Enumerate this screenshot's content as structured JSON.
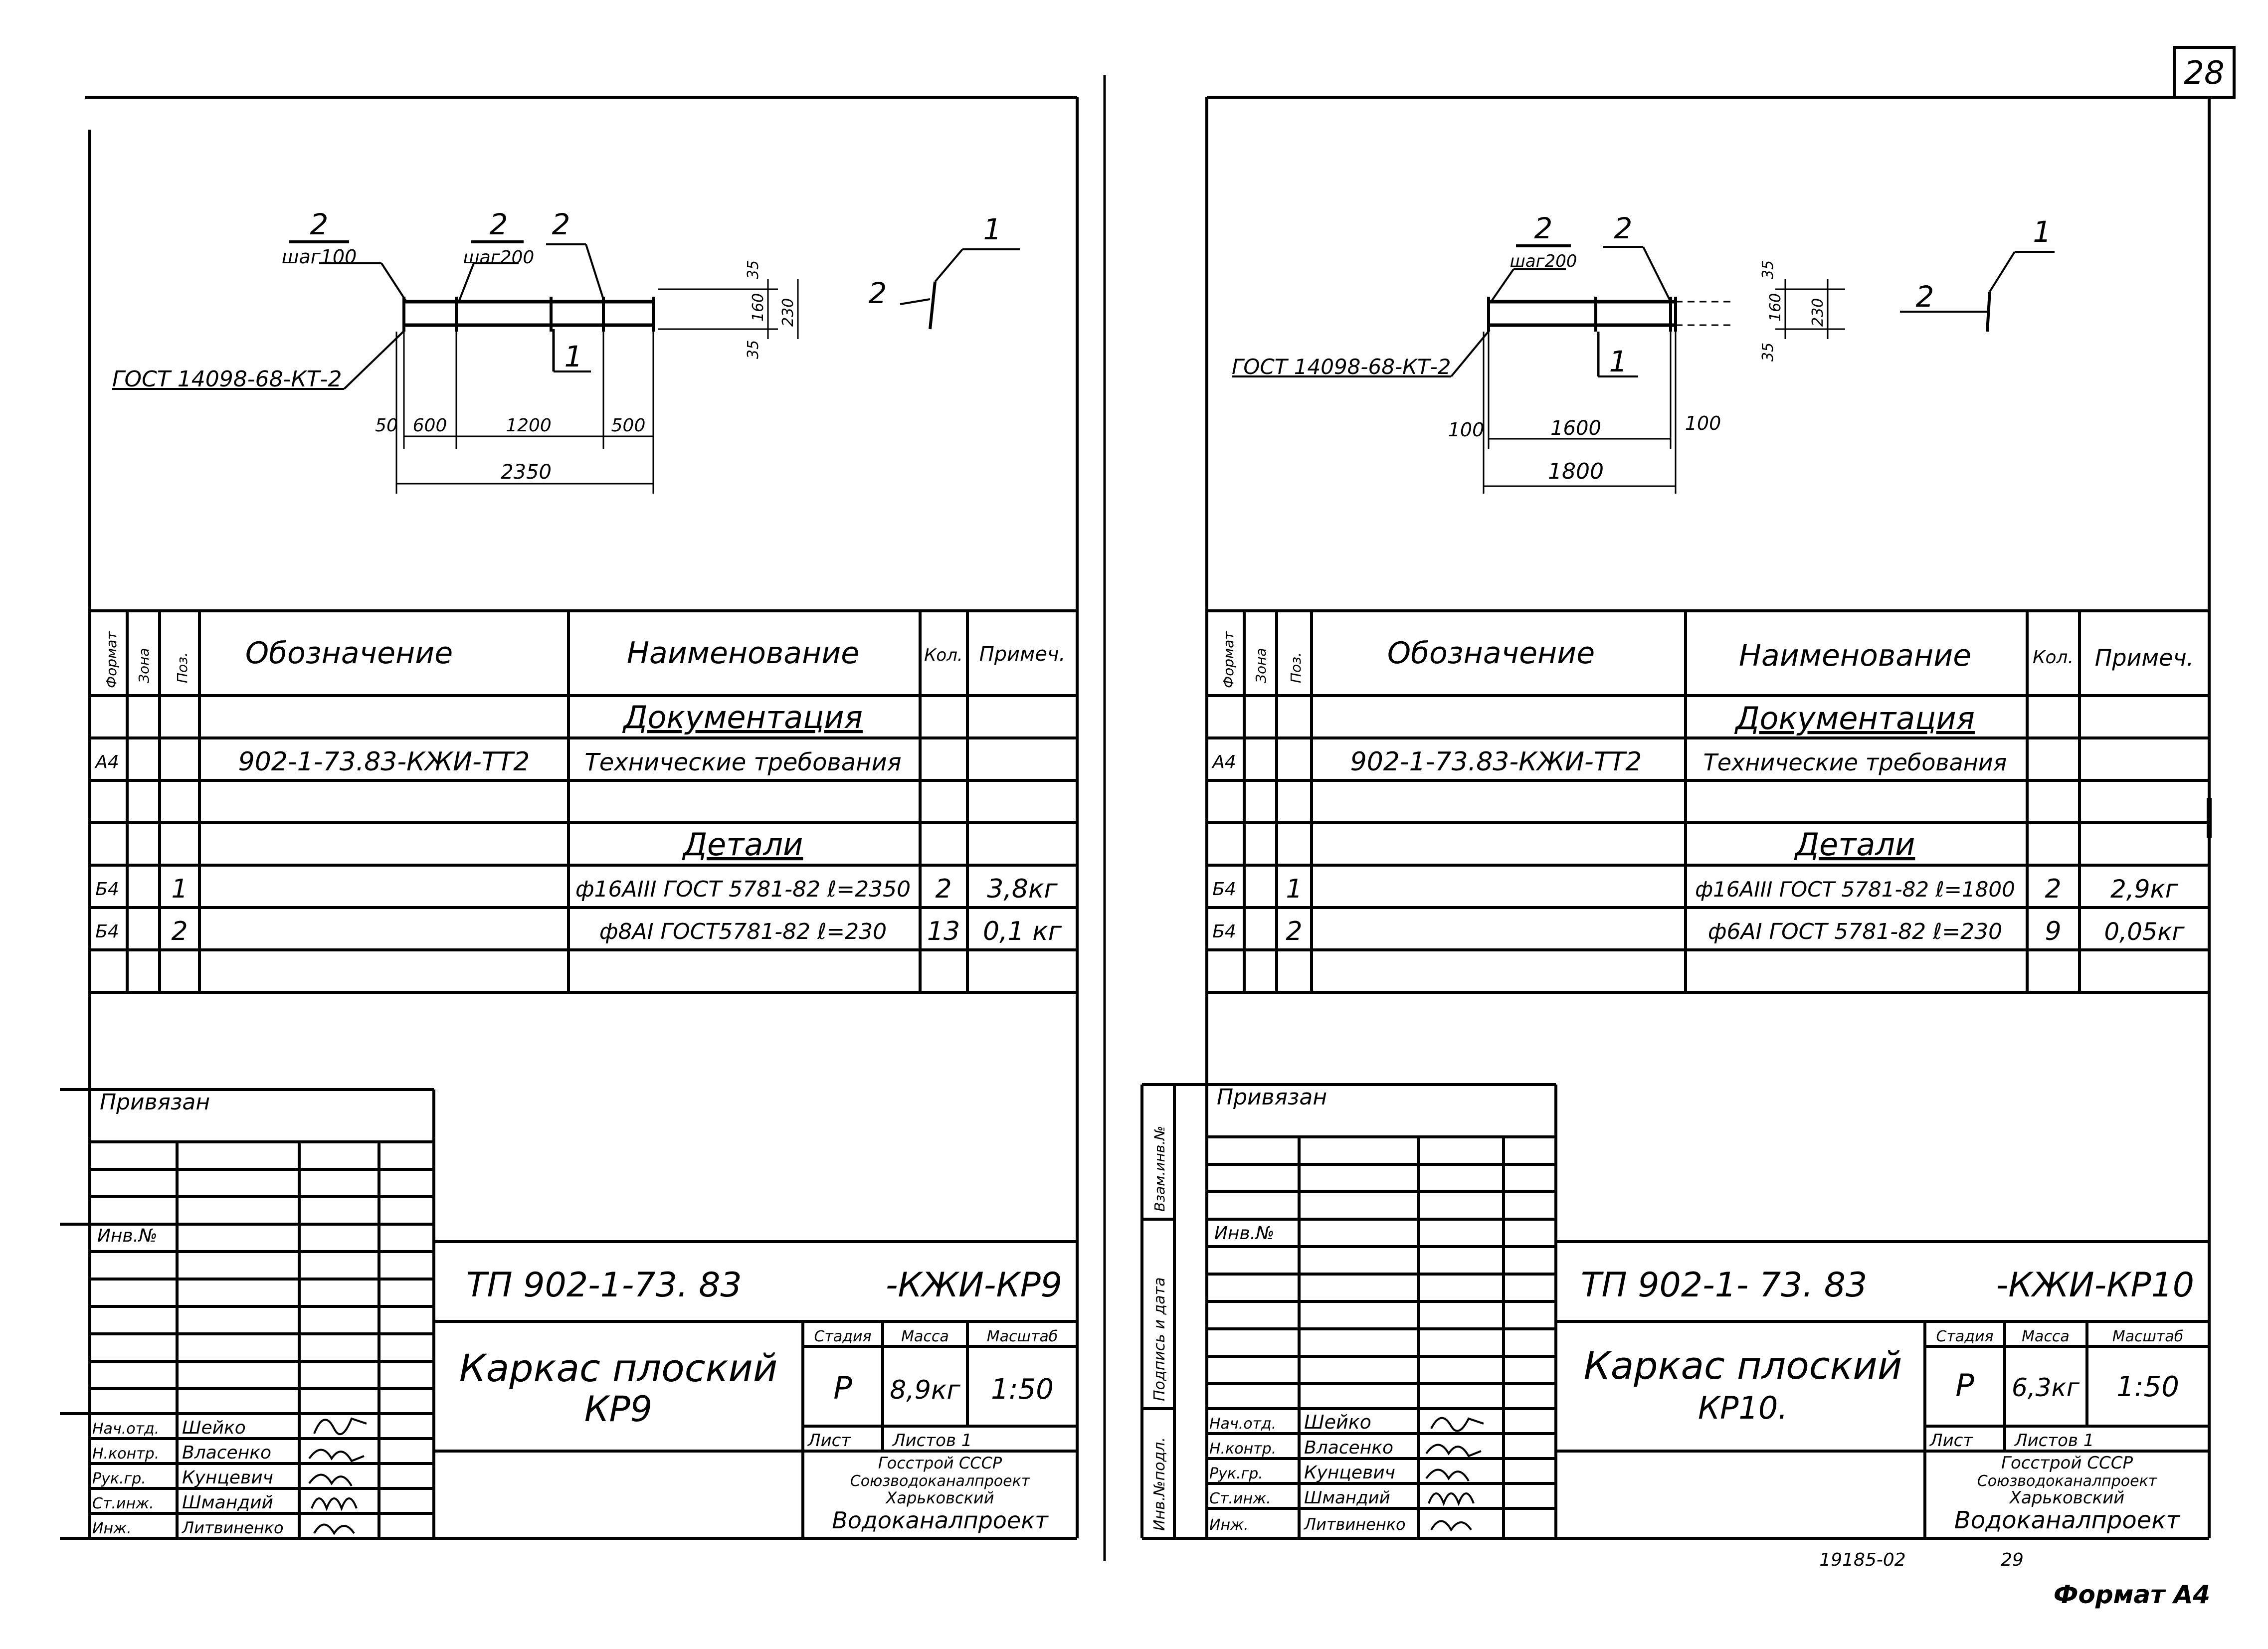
{
  "page_number": "28",
  "footer": {
    "code": "19185-02",
    "sheet": "29",
    "format": "Формат А4"
  },
  "sheets": [
    {
      "drawing": {
        "labels": [
          {
            "num": "2",
            "sub": "шаг100"
          },
          {
            "num": "2",
            "sub": "шаг200"
          },
          {
            "num": "2",
            "sub": ""
          }
        ],
        "gost": "ГОСТ 14098-68-КТ-2",
        "section_mark": "1",
        "side_dims": [
          "35",
          "160",
          "35",
          "230"
        ],
        "dims_top": [
          "50",
          "600",
          "1200",
          "500"
        ],
        "dim_total": "2350",
        "detail_num_left": "2",
        "detail_num_top": "1"
      },
      "spec": {
        "headers": {
          "format": "Формат",
          "zone": "Зона",
          "pos": "Поз.",
          "designation": "Обозначение",
          "name": "Наименование",
          "qty": "Кол.",
          "note": "Примеч."
        },
        "section_docs": "Документация",
        "doc_row": {
          "format": "А4",
          "designation": "902-1-73.83-КЖИ-ТТ2",
          "name": "Технические требования"
        },
        "section_details": "Детали",
        "rows": [
          {
            "format": "Б4",
            "pos": "1",
            "name": "ф16АIII ГОСТ 5781-82 ℓ=2350",
            "qty": "2",
            "note": "3,8кг"
          },
          {
            "format": "Б4",
            "pos": "2",
            "name": "ф8АI ГОСТ5781-82 ℓ=230",
            "qty": "13",
            "note": "0,1 кг"
          }
        ]
      },
      "stamp": {
        "privyazan": "Привязан",
        "inv": "Инв.№",
        "doc_code": "ТП 902-1-73. 83",
        "doc_suffix": "-КЖИ-КР9",
        "title_line1": "Каркас плоский",
        "title_line2": "КР9",
        "stage_h": "Стадия",
        "mass_h": "Масса",
        "scale_h": "Масштаб",
        "stage": "Р",
        "mass": "8,9кг",
        "scale": "1:50",
        "list": "Лист",
        "lists": "Листов 1",
        "org_line1": "Госстрой СССР",
        "org_line2": "Союзводоканалпроект",
        "org_line3": "Харьковский",
        "org_line4": "Водоканалпроект",
        "roles": [
          {
            "role": "Нач.отд.",
            "name": "Шейко"
          },
          {
            "role": "Н.контр.",
            "name": "Власенко"
          },
          {
            "role": "Рук.гр.",
            "name": "Кунцевич"
          },
          {
            "role": "Ст.инж.",
            "name": "Шмандий"
          },
          {
            "role": "Инж.",
            "name": "Литвиненко"
          }
        ],
        "side_labels": []
      }
    },
    {
      "drawing": {
        "labels": [
          {
            "num": "2",
            "sub": "шаг200"
          },
          {
            "num": "2",
            "sub": ""
          }
        ],
        "gost": "ГОСТ 14098-68-КТ-2",
        "section_mark": "1",
        "side_dims": [
          "35",
          "160",
          "35",
          "230"
        ],
        "dims_top": [
          "100",
          "1600",
          "100"
        ],
        "dim_total": "1800",
        "detail_num_left": "2",
        "detail_num_top": "1"
      },
      "spec": {
        "headers": {
          "format": "Формат",
          "zone": "Зона",
          "pos": "Поз.",
          "designation": "Обозначение",
          "name": "Наименование",
          "qty": "Кол.",
          "note": "Примеч."
        },
        "section_docs": "Документация",
        "doc_row": {
          "format": "А4",
          "designation": "902-1-73.83-КЖИ-ТТ2",
          "name": "Технические требования"
        },
        "section_details": "Детали",
        "rows": [
          {
            "format": "Б4",
            "pos": "1",
            "name": "ф16АIII ГОСТ 5781-82 ℓ=1800",
            "qty": "2",
            "note": "2,9кг"
          },
          {
            "format": "Б4",
            "pos": "2",
            "name": "ф6АI ГОСТ 5781-82 ℓ=230",
            "qty": "9",
            "note": "0,05кг"
          }
        ]
      },
      "stamp": {
        "privyazan": "Привязан",
        "inv": "Инв.№",
        "doc_code": "ТП 902-1- 73. 83",
        "doc_suffix": "-КЖИ-КР10",
        "title_line1": "Каркас плоский",
        "title_line2": "КР10.",
        "stage_h": "Стадия",
        "mass_h": "Масса",
        "scale_h": "Масштаб",
        "stage": "Р",
        "mass": "6,3кг",
        "scale": "1:50",
        "list": "Лист",
        "lists": "Листов 1",
        "org_line1": "Госстрой СССР",
        "org_line2": "Союзводоканалпроект",
        "org_line3": "Харьковский",
        "org_line4": "Водоканалпроект",
        "roles": [
          {
            "role": "Нач.отд.",
            "name": "Шейко"
          },
          {
            "role": "Н.контр.",
            "name": "Власенко"
          },
          {
            "role": "Рук.гр.",
            "name": "Кунцевич"
          },
          {
            "role": "Ст.инж.",
            "name": "Шмандий"
          },
          {
            "role": "Инж.",
            "name": "Литвиненко"
          }
        ],
        "side_labels": [
          "Инв.№подл.",
          "Подпись и дата",
          "Взам.инв.№"
        ]
      }
    }
  ]
}
